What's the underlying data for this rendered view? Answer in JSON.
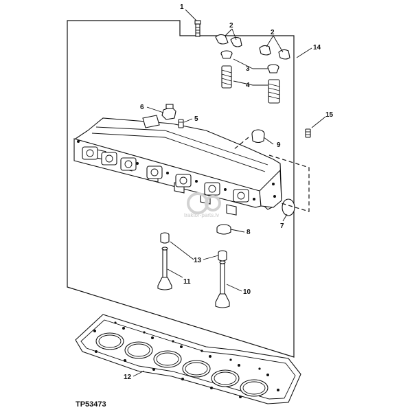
{
  "figure_id": "TP53473",
  "watermark": "traktor-parts.lv",
  "callouts": {
    "c1": "1",
    "c2a": "2",
    "c2b": "2",
    "c3": "3",
    "c4": "4",
    "c5": "5",
    "c6": "6",
    "c7": "7",
    "c8": "8",
    "c9": "9",
    "c10": "10",
    "c11": "11",
    "c12": "12",
    "c13": "13",
    "c14": "14",
    "c15": "15"
  },
  "colors": {
    "ink": "#111111",
    "paper": "#ffffff",
    "watermark": "#c8c8c8"
  }
}
